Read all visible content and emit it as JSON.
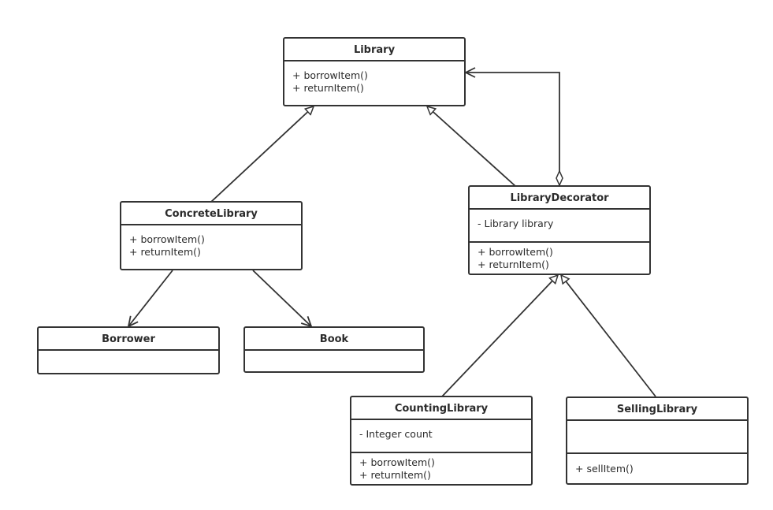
{
  "classes": {
    "library": {
      "name": "Library",
      "attributes": [],
      "methods": [
        "+ borrowItem()",
        "+ returnItem()"
      ]
    },
    "concrete_library": {
      "name": "ConcreteLibrary",
      "attributes": [],
      "methods": [
        "+ borrowItem()",
        "+ returnItem()"
      ]
    },
    "library_decorator": {
      "name": "LibraryDecorator",
      "attributes": [
        "- Library library"
      ],
      "methods": [
        "+ borrowItem()",
        "+ returnItem()"
      ]
    },
    "borrower": {
      "name": "Borrower",
      "attributes": [],
      "methods": []
    },
    "book": {
      "name": "Book",
      "attributes": [],
      "methods": []
    },
    "counting_library": {
      "name": "CountingLibrary",
      "attributes": [
        "- Integer count"
      ],
      "methods": [
        "+ borrowItem()",
        "+ returnItem()"
      ]
    },
    "selling_library": {
      "name": "SellingLibrary",
      "attributes": [],
      "methods": [
        "+ sellItem()"
      ]
    }
  },
  "relationships": [
    {
      "from": "ConcreteLibrary",
      "to": "Library",
      "type": "generalization"
    },
    {
      "from": "LibraryDecorator",
      "to": "Library",
      "type": "generalization"
    },
    {
      "from": "LibraryDecorator",
      "to": "Library",
      "type": "aggregation"
    },
    {
      "from": "ConcreteLibrary",
      "to": "Borrower",
      "type": "association"
    },
    {
      "from": "ConcreteLibrary",
      "to": "Book",
      "type": "association"
    },
    {
      "from": "CountingLibrary",
      "to": "LibraryDecorator",
      "type": "generalization"
    },
    {
      "from": "SellingLibrary",
      "to": "LibraryDecorator",
      "type": "generalization"
    }
  ],
  "colors": {
    "stroke": "#333333",
    "background": "#ffffff"
  }
}
